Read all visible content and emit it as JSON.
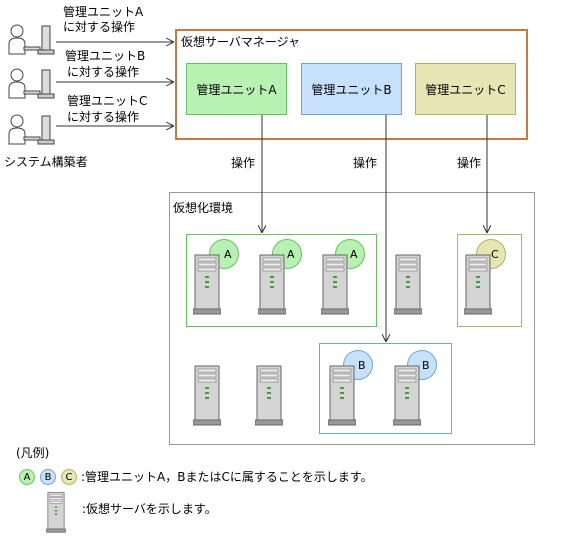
{
  "colors": {
    "vsm_border": "#c87941",
    "unit_a_fill": "#b7f2b2",
    "unit_a_border": "#64c35f",
    "unit_b_fill": "#c7e0fb",
    "unit_b_border": "#6fa6d8",
    "unit_c_fill": "#e5e6b3",
    "unit_c_border": "#b6b061",
    "env_border": "#9a9a9a"
  },
  "operators": [
    {
      "label_line1": "管理ユニットA",
      "label_line2": "に対する操作"
    },
    {
      "label_line1": "管理ユニットB",
      "label_line2": "に対する操作"
    },
    {
      "label_line1": "管理ユニットC",
      "label_line2": "に対する操作"
    }
  ],
  "system_builder": "システム構築者",
  "vsm_title": "仮想サーバマネージャ",
  "units": [
    {
      "label": "管理ユニットA"
    },
    {
      "label": "管理ユニットB"
    },
    {
      "label": "管理ユニットC"
    }
  ],
  "operation_label": "操作",
  "env_title": "仮想化環境",
  "circle_labels": {
    "a": "A",
    "b": "B",
    "c": "C"
  },
  "legend": {
    "open_paren": "(凡例)",
    "unit_desc": ":管理ユニットA，BまたはCに属することを示します。",
    "server_desc": ":仮想サーバを示します。"
  }
}
